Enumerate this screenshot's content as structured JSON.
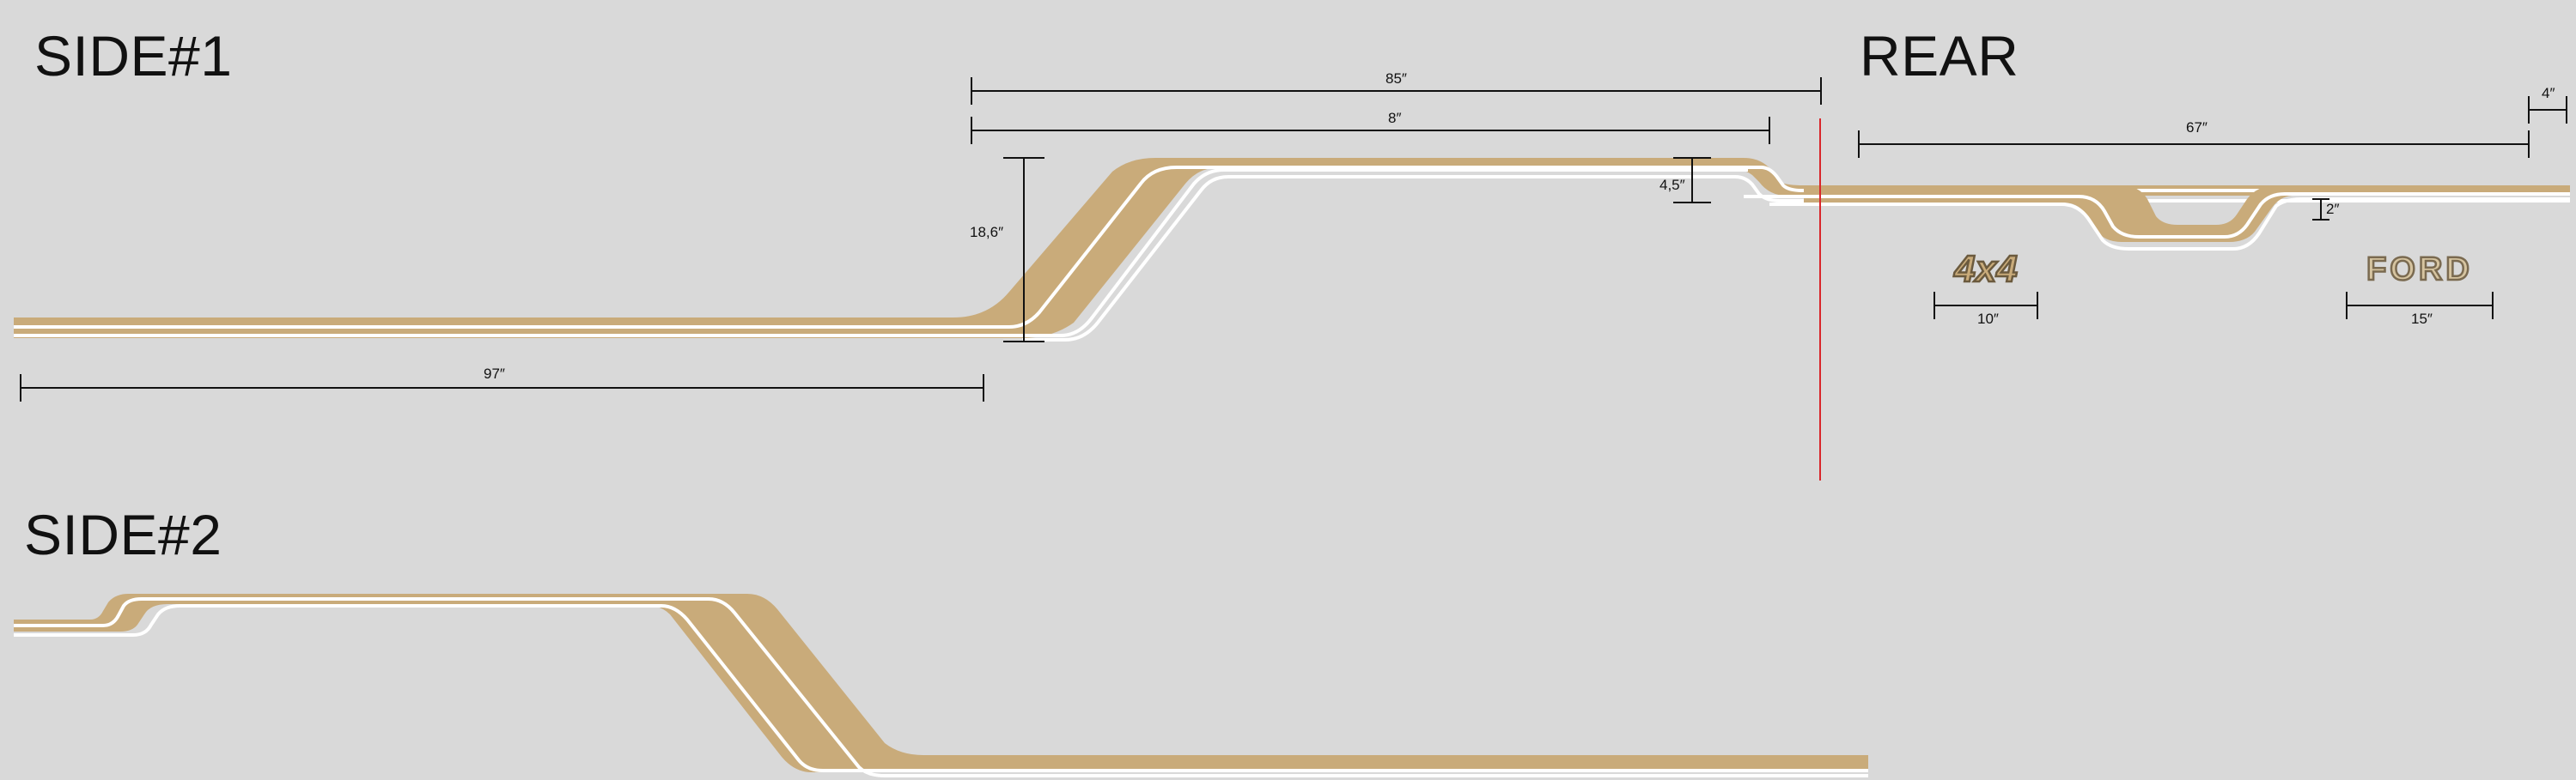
{
  "headings": {
    "side1": "SIDE#1",
    "rear": "REAR",
    "side2": "SIDE#2"
  },
  "dimensions": {
    "side1_width_97": "97″",
    "side1_width_85": "85″",
    "side1_width_8": "8″",
    "side1_height_18_6": "18,6″",
    "side1_step_4_5": "4,5″",
    "rear_width_67": "67″",
    "rear_width_4": "4″",
    "rear_height_2": "2″",
    "logo_4x4_width": "10″",
    "logo_ford_width": "15″"
  },
  "logos": {
    "badge_4x4": "4x4",
    "badge_ford": "FORD"
  },
  "colors": {
    "background": "#d9d9d9",
    "stripe_tan": "#c9ab7a",
    "stripe_white": "#ffffff",
    "divider_red": "#d9262b",
    "dimension_line": "#111111"
  }
}
